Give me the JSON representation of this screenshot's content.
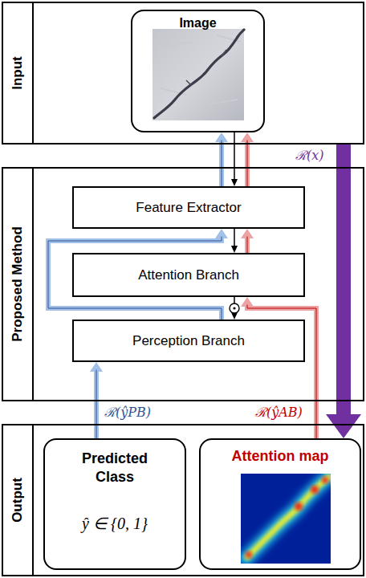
{
  "diagram": {
    "nodes": [
      {
        "text": [
          "Input"
        ]
      },
      {
        "text": [
          "Image"
        ],
        "in": 0
      },
      {
        "text": [
          "Proposed Method"
        ]
      },
      {
        "text": [
          "Feature Extractor"
        ],
        "in": 2
      },
      {
        "text": [
          "Attention Branch"
        ],
        "in": 2
      },
      {
        "text": [
          "Perception Branch"
        ],
        "in": 2
      },
      {
        "text": [
          "Output"
        ]
      },
      {
        "text": [
          "Predicted Class",
          "ŷ ∈ {0, 1}"
        ],
        "in": 6
      },
      {
        "text": [
          "Attention map"
        ],
        "in": 6
      }
    ],
    "edges": [
      {
        "from": 1,
        "to": 3,
        "arrow": "to"
      },
      {
        "from": 3,
        "to": 4,
        "arrow": "to"
      },
      {
        "from": 4,
        "to": 5,
        "arrow": "to"
      },
      {
        "from": 0,
        "to": 8,
        "arrow": "to",
        "label": "ℛ(x)"
      },
      {
        "from": 7,
        "to": 5,
        "arrow": "to",
        "label": "ℛ(ŷPB)"
      },
      {
        "from": 5,
        "to": 3,
        "arrow": "to"
      },
      {
        "from": 3,
        "to": 1,
        "arrow": "to"
      },
      {
        "from": 8,
        "to": 4,
        "arrow": "to",
        "label": "ℛ(ŷAB)"
      },
      {
        "from": 4,
        "to": 3,
        "arrow": "to"
      },
      {
        "from": 3,
        "to": 1,
        "arrow": "to"
      }
    ]
  }
}
